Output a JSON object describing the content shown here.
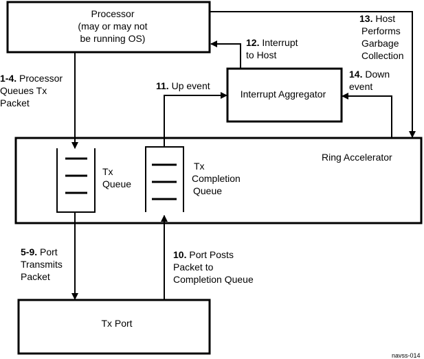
{
  "diagram": {
    "processor": {
      "line1": "Processor",
      "line2": "(may or may not",
      "line3": "be running OS)"
    },
    "interrupt_aggregator": "Interrupt Aggregator",
    "ring_accelerator": "Ring Accelerator",
    "tx_queue": {
      "line1": "Tx",
      "line2": "Queue"
    },
    "tx_completion_queue": {
      "line1": "Tx",
      "line2": "Completion",
      "line3": "Queue"
    },
    "tx_port": "Tx Port",
    "steps": {
      "s1_4": {
        "num": "1-4.",
        "line1": " Processor",
        "line2": "Queues Tx",
        "line3": "Packet"
      },
      "s5_9": {
        "num": "5-9.",
        "line1": " Port",
        "line2": "Transmits",
        "line3": "Packet"
      },
      "s10": {
        "num": "10.",
        "line1": " Port Posts",
        "line2": "Packet to",
        "line3": "Completion Queue"
      },
      "s11": {
        "num": "11.",
        "line1": " Up event"
      },
      "s12": {
        "num": "12.",
        "line1": " Interrupt",
        "line2": "to Host"
      },
      "s13": {
        "num": "13.",
        "line1": "  Host",
        "line2": "Performs",
        "line3": "Garbage",
        "line4": "Collection"
      },
      "s14": {
        "num": "14.",
        "line1": " Down",
        "line2": "event"
      }
    },
    "figure_id": "navss-014"
  }
}
